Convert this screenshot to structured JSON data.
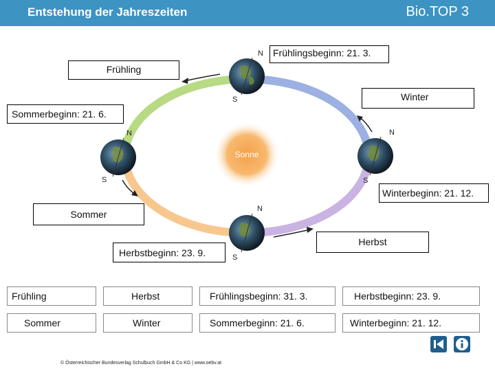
{
  "header": {
    "title": "Entstehung der Jahreszeiten",
    "brand": "Bio.TOP 3"
  },
  "diagram": {
    "sun_label": "Sonne",
    "north_label": "N",
    "south_label": "S",
    "labels": {
      "fruehling_box": "Frühling",
      "fruehlingsbeginn": "Frühlingsbeginn: 21. 3.",
      "winter_box": "Winter",
      "sommerbeginn": "Sommerbeginn: 21. 6.",
      "winterbeginn": "Winterbeginn: 21. 12.",
      "sommer_box": "Sommer",
      "herbst_box": "Herbst",
      "herbstbeginn": "Herbstbeginn: 23. 9."
    },
    "colors": {
      "spring": "#9fcd5a",
      "winter": "#6f8fd6",
      "summer": "#f4b366",
      "autumn": "#b49ad6",
      "sun": "#f4a64d"
    }
  },
  "table": {
    "rows": [
      [
        "Frühling",
        "Herbst",
        "Frühlingsbeginn: 31. 3.",
        "Herbstbeginn: 23. 9."
      ],
      [
        "Sommer",
        "Winter",
        "Sommerbeginn: 21. 6.",
        "Winterbeginn: 21. 12."
      ]
    ]
  },
  "footer": {
    "copyright": "© Österreichischer Bundesverlag Schulbuch GmbH & Co KG | www.oebv.at"
  },
  "nav": {
    "back_icon": "previous-arrow-icon",
    "info_icon": "info-icon"
  }
}
